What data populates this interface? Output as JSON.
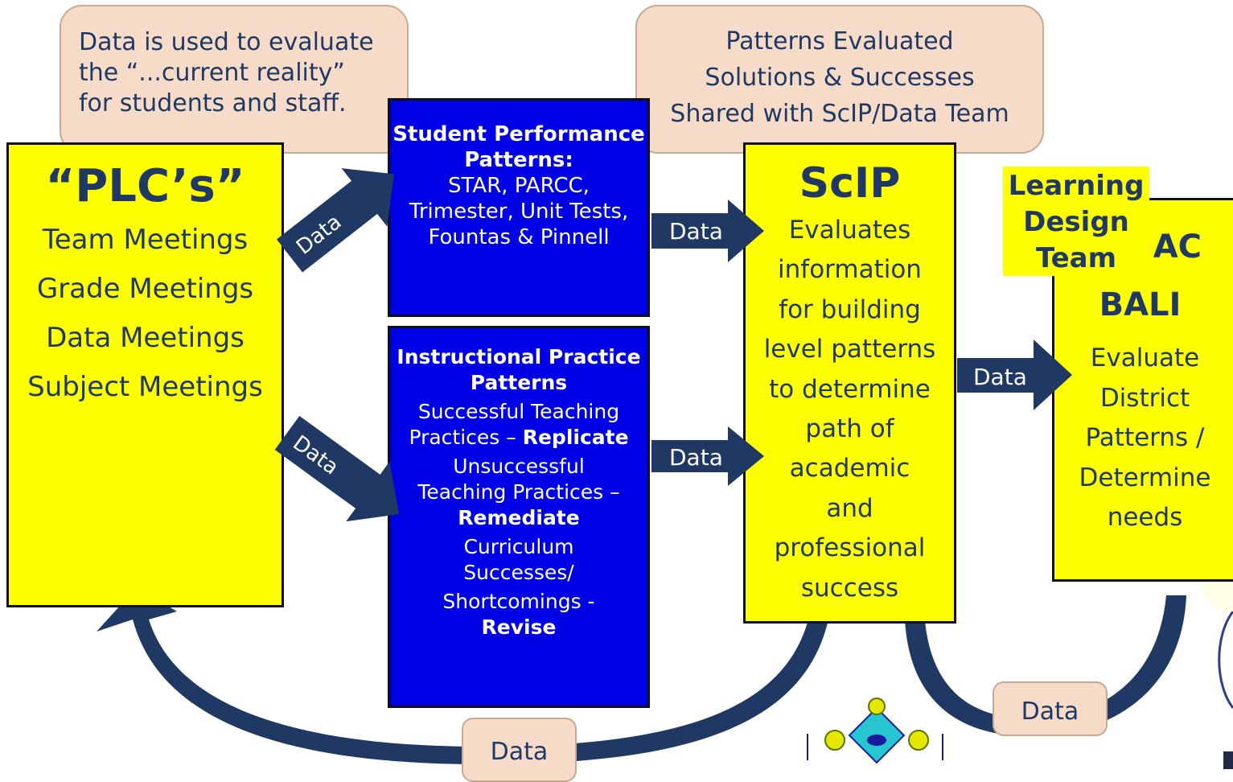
{
  "notes": {
    "current_reality": [
      "Data is used to evaluate",
      "the “...current reality”",
      "for students and staff."
    ],
    "patterns_evaluated": [
      "Patterns Evaluated",
      "Solutions & Successes",
      "Shared with ScIP/Data Team"
    ]
  },
  "plc": {
    "title": "“PLC’s”",
    "items": [
      "Team Meetings",
      "Grade Meetings",
      "Data Meetings",
      "Subject Meetings"
    ]
  },
  "student_performance": {
    "title": [
      "Student Performance",
      "Patterns:"
    ],
    "lines": [
      "STAR, PARCC,",
      "Trimester, Unit Tests,",
      "Fountas & Pinnell"
    ]
  },
  "instructional_practice": {
    "title": [
      "Instructional Practice",
      "Patterns"
    ],
    "l1": "Successful Teaching",
    "l2_pre": "Practices – ",
    "l2_bold": "Replicate",
    "l3": "Unsuccessful",
    "l4": "Teaching Practices –",
    "l5_bold": "Remediate",
    "l6": "Curriculum",
    "l7": "Successes/",
    "l8": "Shortcomings -",
    "l9_bold": "Revise"
  },
  "scip": {
    "title": "ScIP",
    "lines": [
      "Evaluates",
      "information",
      "for building",
      "level patterns",
      "to determine",
      "path of",
      "academic",
      "and",
      "professional",
      "success"
    ]
  },
  "district": {
    "title_partial": [
      "AC",
      "BALI"
    ],
    "lines": [
      "Evaluate",
      "District",
      "Patterns /",
      "Determine",
      "needs"
    ]
  },
  "learning_design_team": [
    "Learning",
    "Design",
    "Team"
  ],
  "arrow_labels": {
    "plc_to_student": "Data",
    "plc_to_instructional": "Data",
    "student_to_scip": "Data",
    "instructional_to_scip": "Data",
    "scip_to_district": "Data",
    "bottom_left_return": "Data",
    "bottom_right_return": "Data"
  },
  "colors": {
    "yellow": "#ffff00",
    "blue": "#0000e6",
    "navy": "#1f3864",
    "arrow": "#1f3864",
    "note_fill": "#f6dcc8"
  }
}
